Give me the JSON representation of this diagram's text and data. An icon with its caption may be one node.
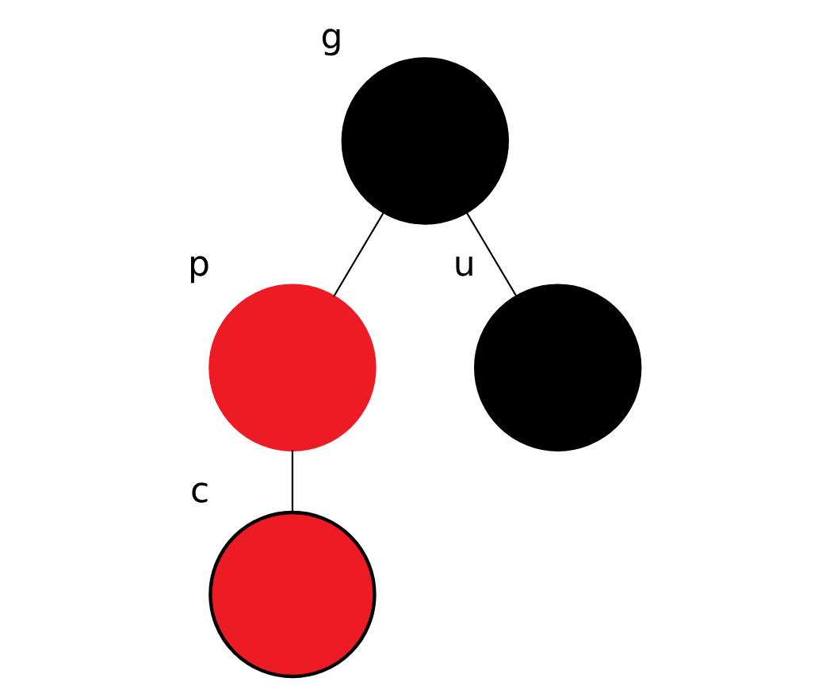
{
  "diagram": {
    "nodes": [
      {
        "text": [],
        "shape": "circle",
        "beside": [
          "g"
        ]
      },
      {
        "text": [],
        "shape": "circle",
        "beside": [
          "p"
        ]
      },
      {
        "text": [],
        "shape": "circle",
        "beside": [
          "u"
        ]
      },
      {
        "text": [],
        "shape": "circle",
        "beside": [
          "c"
        ]
      }
    ],
    "edges": [
      {
        "from": 0,
        "to": 1,
        "arrow": "none"
      },
      {
        "from": 0,
        "to": 2,
        "arrow": "none"
      },
      {
        "from": 1,
        "to": 3,
        "arrow": "none"
      }
    ]
  }
}
